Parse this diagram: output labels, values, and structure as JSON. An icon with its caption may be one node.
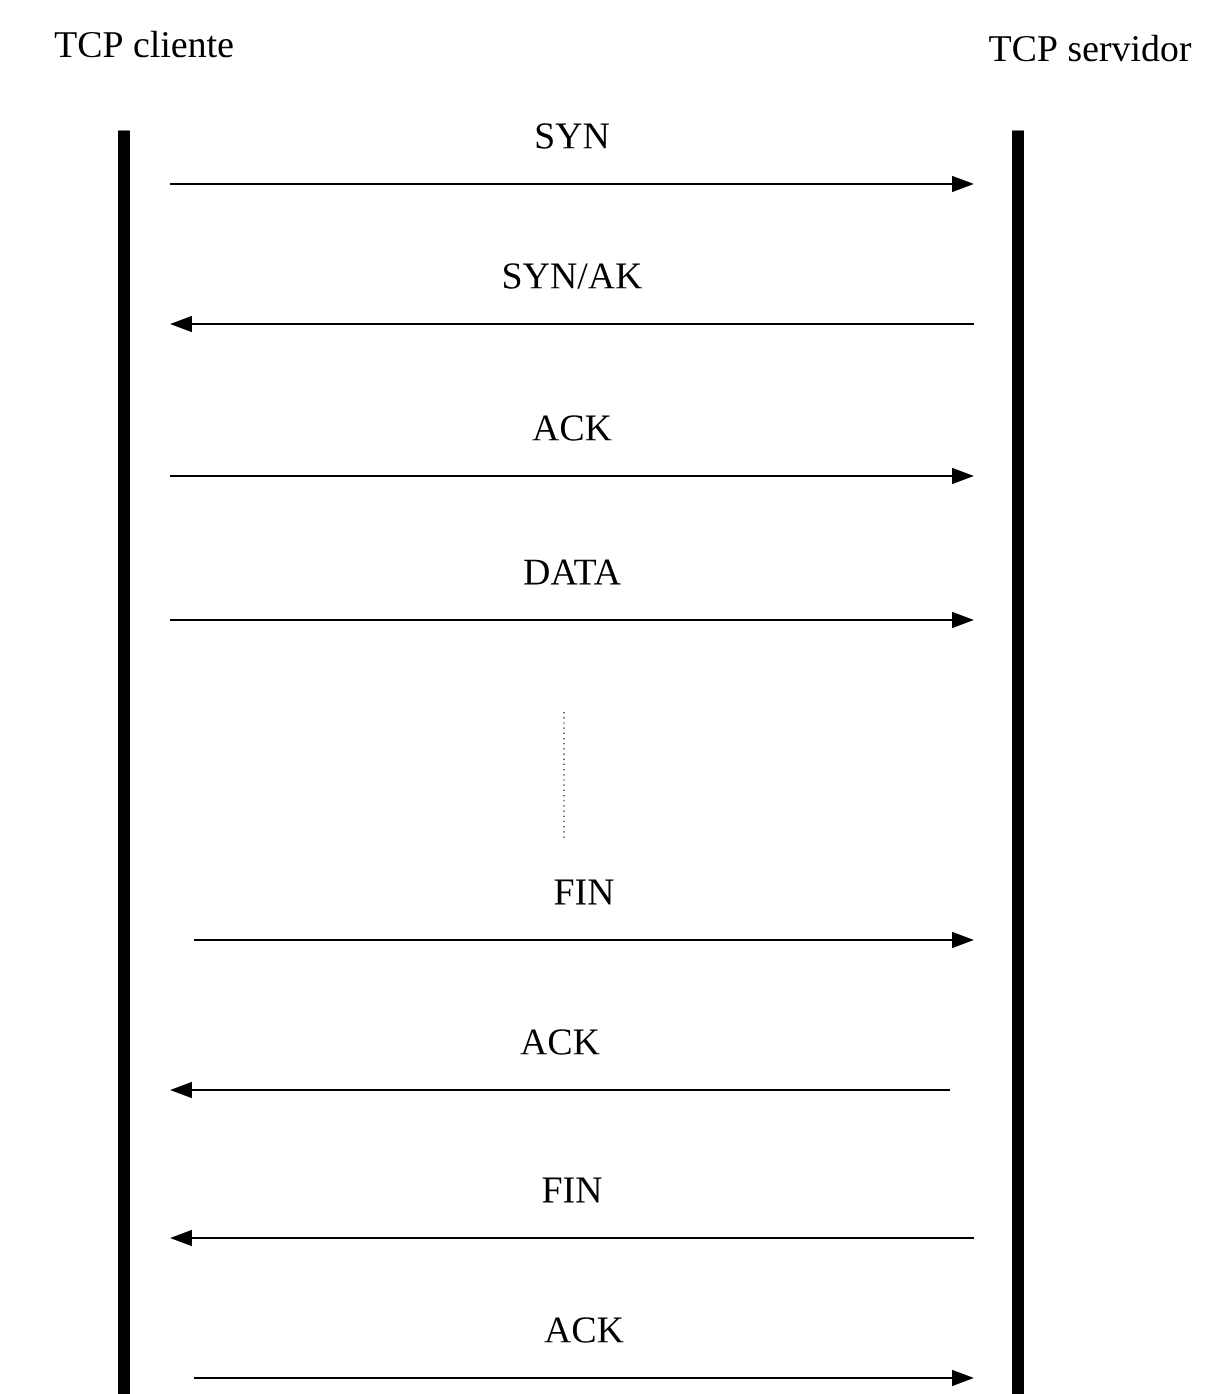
{
  "diagram": {
    "nodes": [
      {
        "text": [
          "TCP cliente"
        ]
      },
      {
        "text": [
          "TCP servidor"
        ]
      }
    ],
    "edges": [
      {
        "from": 0,
        "to": 1,
        "arrow": "to",
        "label": "SYN"
      },
      {
        "from": 1,
        "to": 0,
        "arrow": "to",
        "label": "SYN/AK"
      },
      {
        "from": 0,
        "to": 1,
        "arrow": "to",
        "label": "ACK"
      },
      {
        "from": 0,
        "to": 1,
        "arrow": "to",
        "label": "DATA"
      },
      {
        "from": 0,
        "to": 1,
        "arrow": "to",
        "label": "FIN"
      },
      {
        "from": 1,
        "to": 0,
        "arrow": "to",
        "label": "ACK"
      },
      {
        "from": 1,
        "to": 0,
        "arrow": "to",
        "label": "FIN"
      },
      {
        "from": 0,
        "to": 1,
        "arrow": "to",
        "label": "ACK"
      }
    ]
  }
}
